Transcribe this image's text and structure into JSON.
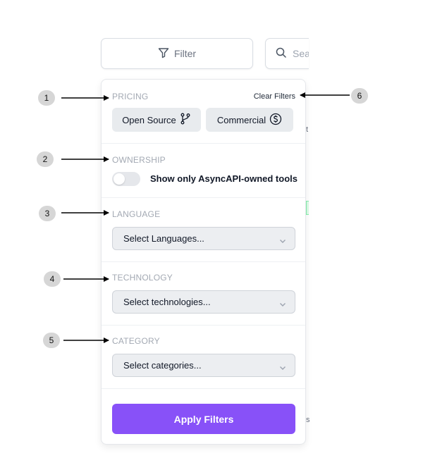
{
  "toolbar": {
    "filter_label": "Filter",
    "search_placeholder": "Search"
  },
  "panel": {
    "clear_filters": "Clear Filters",
    "pricing": {
      "title": "PRICING",
      "options": [
        {
          "label": "Open Source",
          "icon": "git-branch-icon"
        },
        {
          "label": "Commercial",
          "icon": "dollar-circle-icon"
        }
      ]
    },
    "ownership": {
      "title": "OWNERSHIP",
      "toggle_label": "Show only AsyncAPI-owned tools",
      "toggle_on": false
    },
    "language": {
      "title": "LANGUAGE",
      "placeholder": "Select Languages..."
    },
    "technology": {
      "title": "TECHNOLOGY",
      "placeholder": "Select technologies..."
    },
    "category": {
      "title": "CATEGORY",
      "placeholder": "Select categories..."
    },
    "apply_label": "Apply Filters"
  },
  "annotations": [
    "1",
    "2",
    "3",
    "4",
    "5",
    "6"
  ],
  "background_fragments": [
    "t",
    "s"
  ],
  "colors": {
    "accent": "#8851f8",
    "section_title": "#a3a9b3",
    "pill_bg": "#e8ebee",
    "callout_bg": "#d6d6d6"
  }
}
